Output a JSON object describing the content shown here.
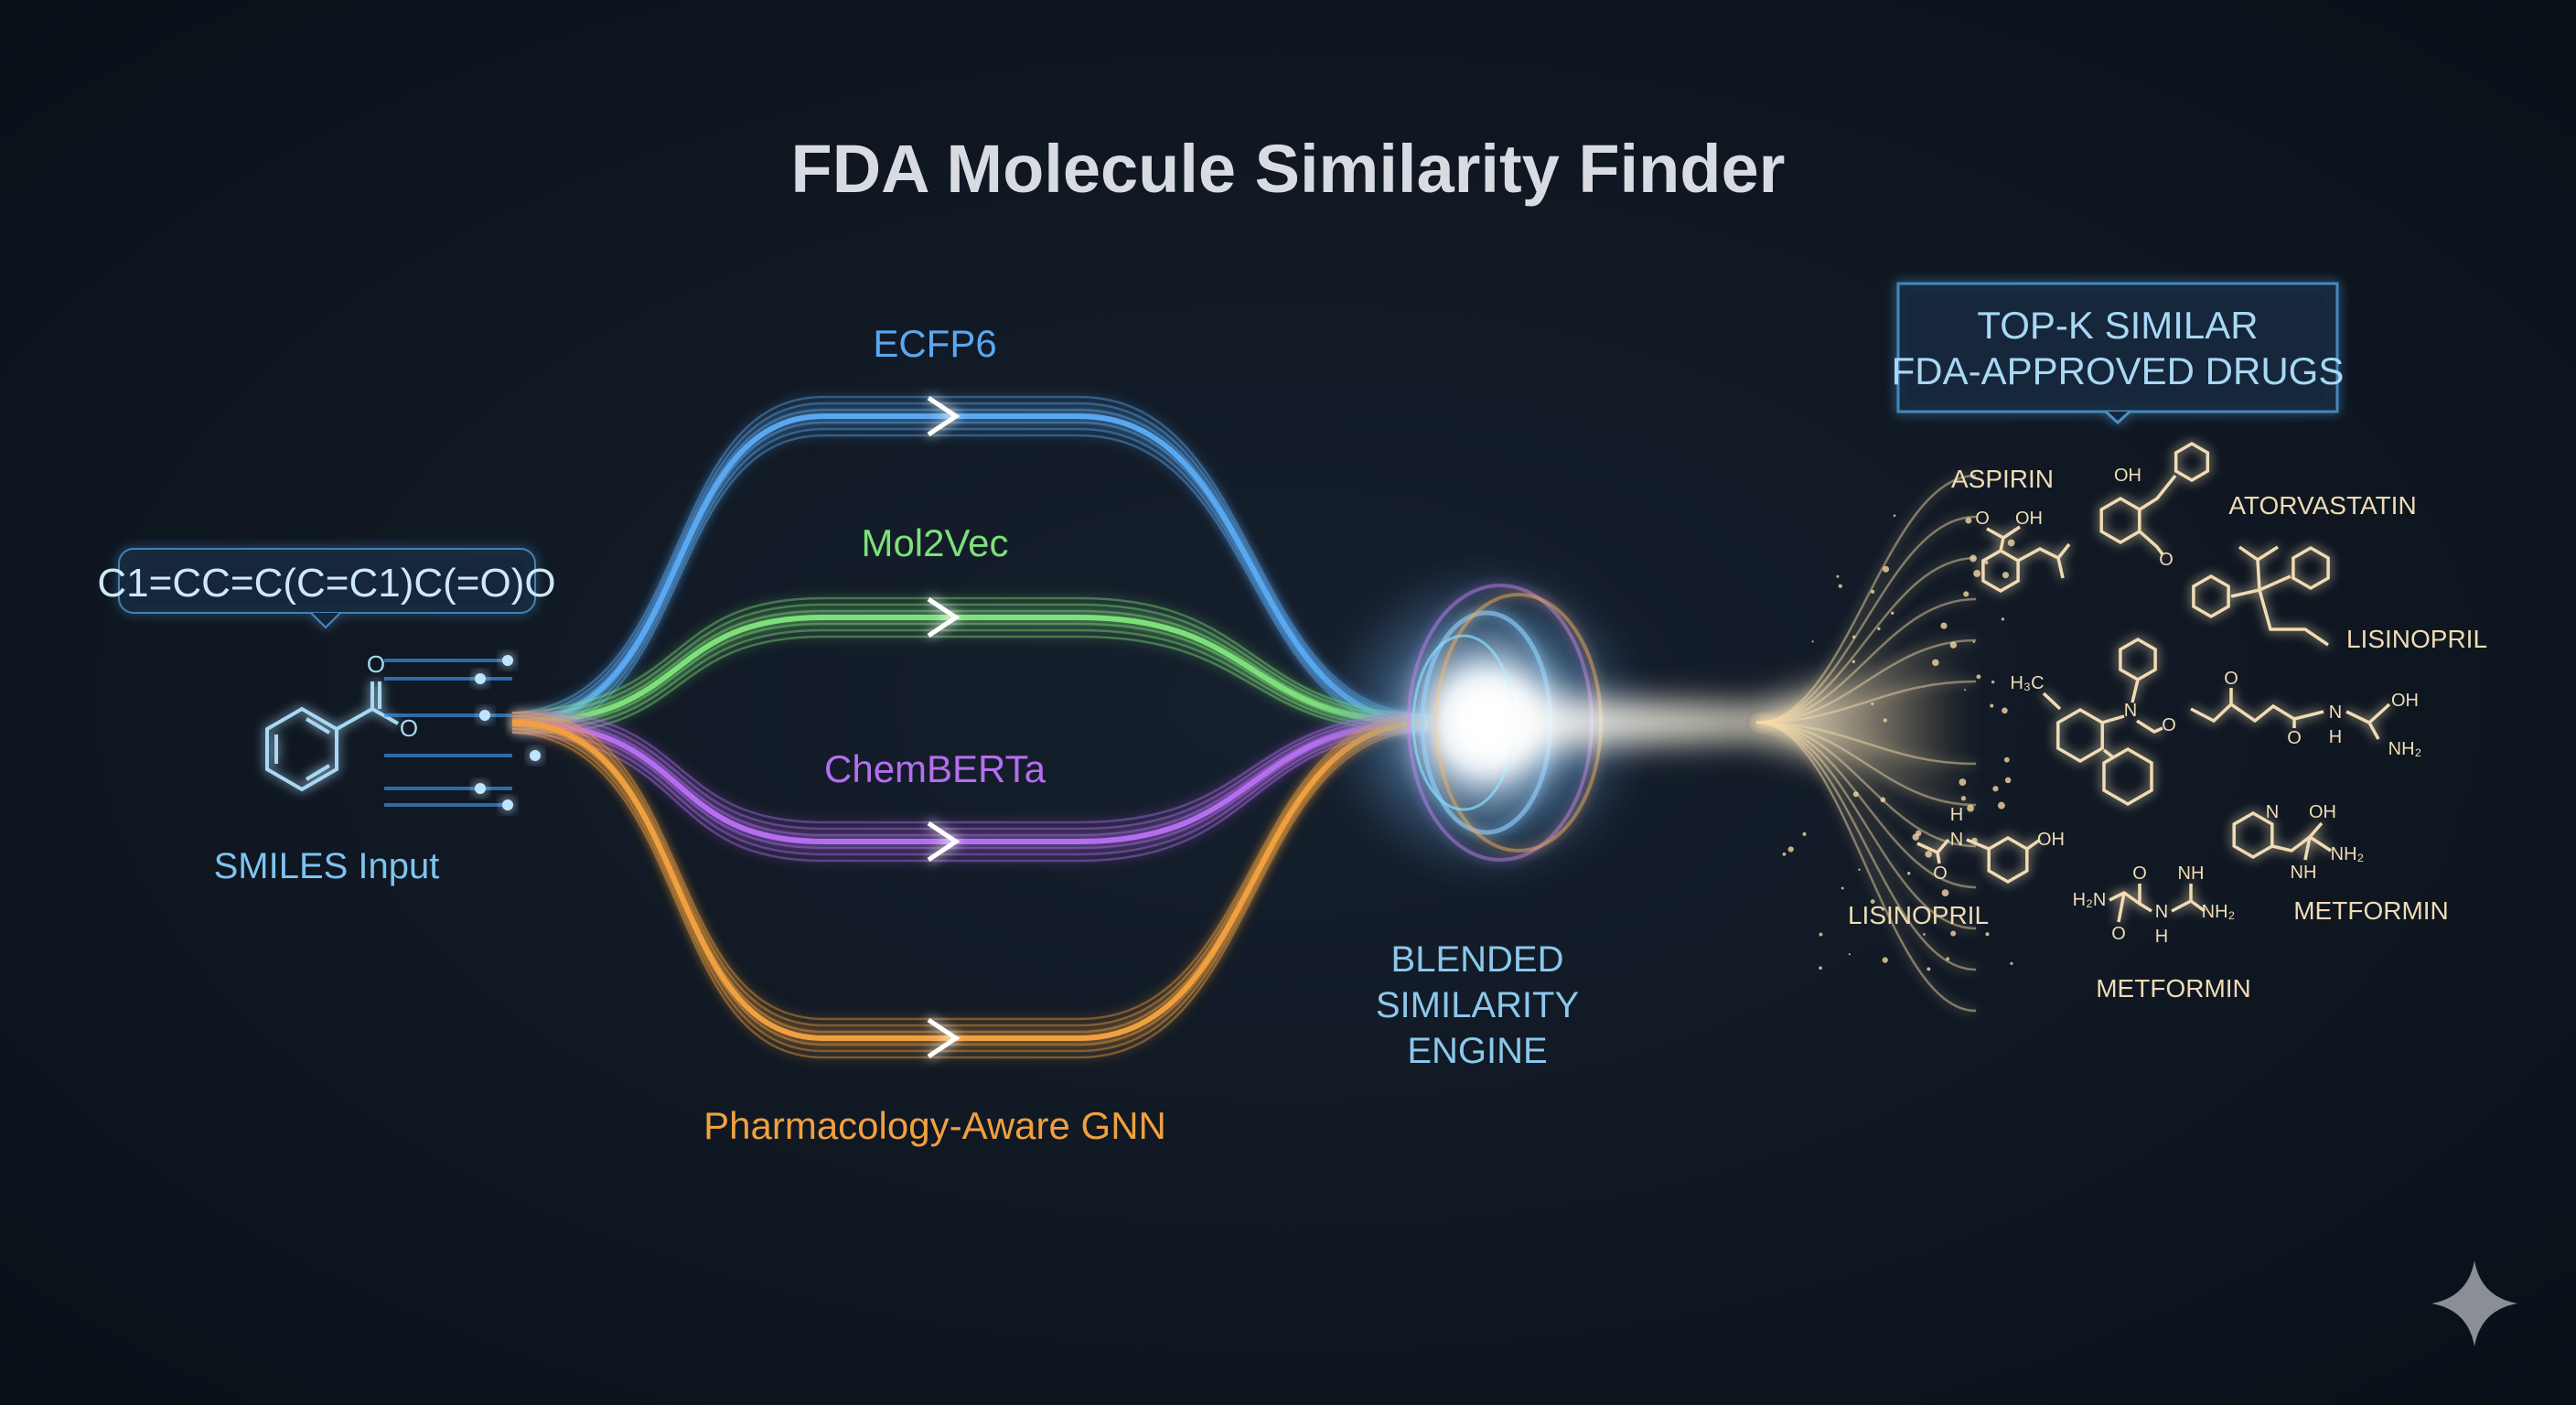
{
  "title": "FDA Molecule Similarity Finder",
  "input": {
    "smiles": "C1=CC=C(C=C1)C(=O)O",
    "label": "SMILES Input",
    "color": "#7cc4f0"
  },
  "embeddings": [
    {
      "label": "ECFP6",
      "color": "#5aa8f0"
    },
    {
      "label": "Mol2Vec",
      "color": "#7ee07a"
    },
    {
      "label": "ChemBERTa",
      "color": "#b66ef0"
    },
    {
      "label": "Pharmacology-Aware GNN",
      "color": "#f0a040"
    }
  ],
  "engine": {
    "lines": [
      "BLENDED",
      "SIMILARITY",
      "ENGINE"
    ],
    "color": "#8cc8ec"
  },
  "output": {
    "box_lines": [
      "TOP-K  SIMILAR",
      "FDA-APPROVED DRUGS"
    ],
    "color": "#a8d8f4",
    "drugs": [
      "ASPIRIN",
      "ATORVASTATIN",
      "LISINOPRIL",
      "LISINOPRIL",
      "METFORMIN",
      "METFORMIN"
    ],
    "drug_color": "#f0dcb4",
    "atom_labels": [
      "OH",
      "OH",
      "O",
      "O",
      "H₃C",
      "N",
      "O",
      "O",
      "O",
      "N",
      "H",
      "OH",
      "NH₂",
      "N",
      "H",
      "OH",
      "O",
      "H₂N",
      "O",
      "O",
      "N",
      "H",
      "NH",
      "NH₂",
      "N",
      "OH",
      "NH₂",
      "NH"
    ]
  },
  "watermark_icon": "sparkle-icon"
}
